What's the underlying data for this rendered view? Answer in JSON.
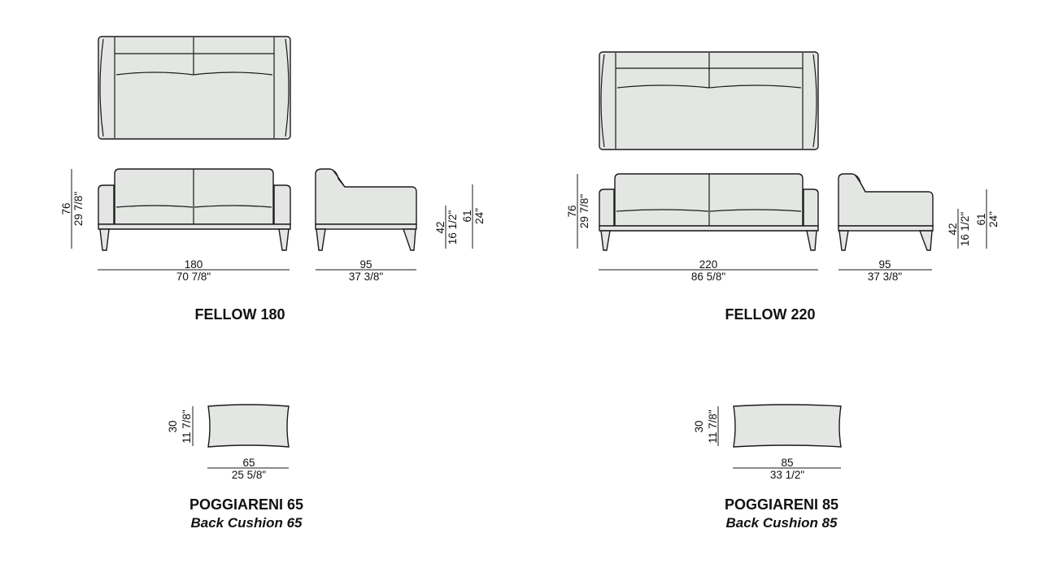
{
  "products": {
    "fellow180": {
      "title": "FELLOW 180",
      "height_cm": "76",
      "height_in": "29 7/8\"",
      "width_cm": "180",
      "width_in": "70 7/8\"",
      "depth_cm": "95",
      "depth_in": "37 3/8\"",
      "seat_cm": "42",
      "seat_in": "16 1/2\"",
      "arm_cm": "61",
      "arm_in": "24\""
    },
    "fellow220": {
      "title": "FELLOW 220",
      "height_cm": "76",
      "height_in": "29 7/8\"",
      "width_cm": "220",
      "width_in": "86 5/8\"",
      "depth_cm": "95",
      "depth_in": "37 3/8\"",
      "seat_cm": "42",
      "seat_in": "16 1/2\"",
      "arm_cm": "61",
      "arm_in": "24\""
    },
    "cushion65": {
      "title": "POGGIARENI 65",
      "subtitle": "Back Cushion 65",
      "height_cm": "30",
      "height_in": "11 7/8\"",
      "width_cm": "65",
      "width_in": "25 5/8\""
    },
    "cushion85": {
      "title": "POGGIARENI 85",
      "subtitle": "Back Cushion 85",
      "height_cm": "30",
      "height_in": "11 7/8\"",
      "width_cm": "85",
      "width_in": "33 1/2\""
    }
  }
}
